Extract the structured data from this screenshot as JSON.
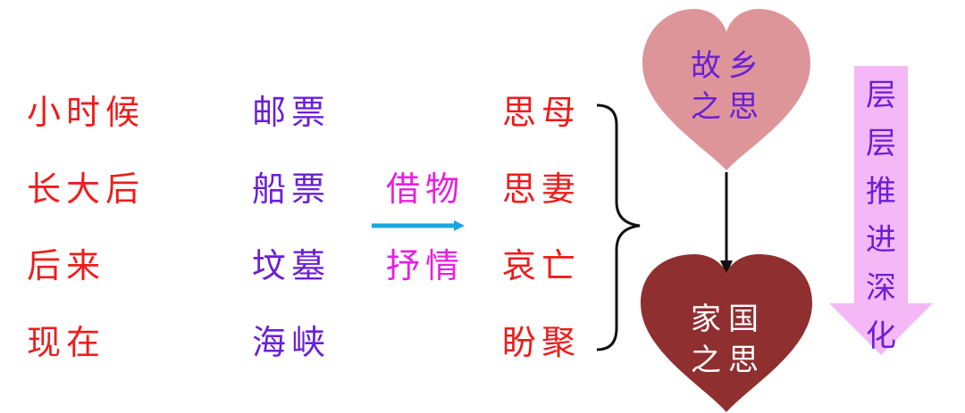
{
  "times": [
    "小时候",
    "长大后",
    "后来",
    "现在"
  ],
  "objects": [
    "邮票",
    "船票",
    "坟墓",
    "海峡"
  ],
  "method": [
    "借物",
    "抒情"
  ],
  "feelings": [
    "思母",
    "思妻",
    "哀亡",
    "盼聚"
  ],
  "hearts": {
    "top": [
      "故乡",
      "之思"
    ],
    "bottom": [
      "家国",
      "之思"
    ]
  },
  "progression": [
    "层",
    "层",
    "推",
    "进",
    "深",
    "化"
  ],
  "colors": {
    "time_text": "#ee1c1c",
    "object_text": "#6a1fd6",
    "method_text": "#e81ee0",
    "arrow": "#1aa7e0",
    "heart_top": "#dd959a",
    "heart_bottom": "#8f2f2f",
    "progress_arrow": "#f4b8f6"
  }
}
